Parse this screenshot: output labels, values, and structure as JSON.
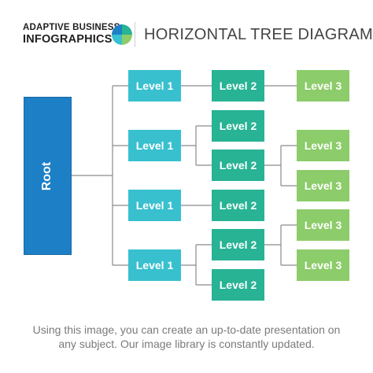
{
  "header": {
    "brand_line1": "ADAPTIVE BUSINESS",
    "brand_line2": "INFOGRAPHICS",
    "title": "HORIZONTAL TREE DIAGRAM",
    "logo_colors": [
      "#1d7fc6",
      "#27b394",
      "#8ccc6a",
      "#38c0cf"
    ]
  },
  "colors": {
    "root": "#1d7fc6",
    "level1": "#38c0cf",
    "level2": "#27b394",
    "level3": "#8ccc6a",
    "connector": "#8a8a8a"
  },
  "tree": {
    "root": "Root",
    "level1": [
      "Level 1",
      "Level 1",
      "Level 1",
      "Level 1"
    ],
    "level2": [
      "Level 2",
      "Level 2",
      "Level 2",
      "Level 2",
      "Level 2",
      "Level 2"
    ],
    "level3": [
      "Level 3",
      "Level 3",
      "Level 3",
      "Level 3",
      "Level 3"
    ]
  },
  "footer": {
    "line1": "Using this image, you can create an up-to-date presentation on",
    "line2": "any subject. Our image library is constantly updated."
  }
}
